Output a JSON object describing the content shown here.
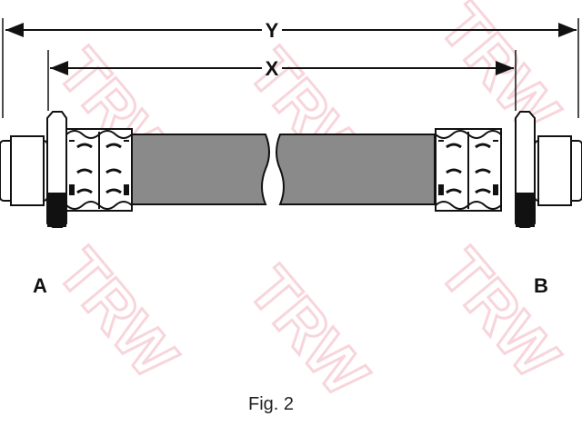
{
  "watermark": "TRW",
  "dimensions": {
    "overall_label": "Y",
    "inner_label": "X"
  },
  "ends": {
    "left_label": "A",
    "right_label": "B"
  },
  "caption": "Fig. 2",
  "colors": {
    "hose": "#8a8a8a",
    "line": "#111111",
    "watermark": "#f4c6cc"
  }
}
